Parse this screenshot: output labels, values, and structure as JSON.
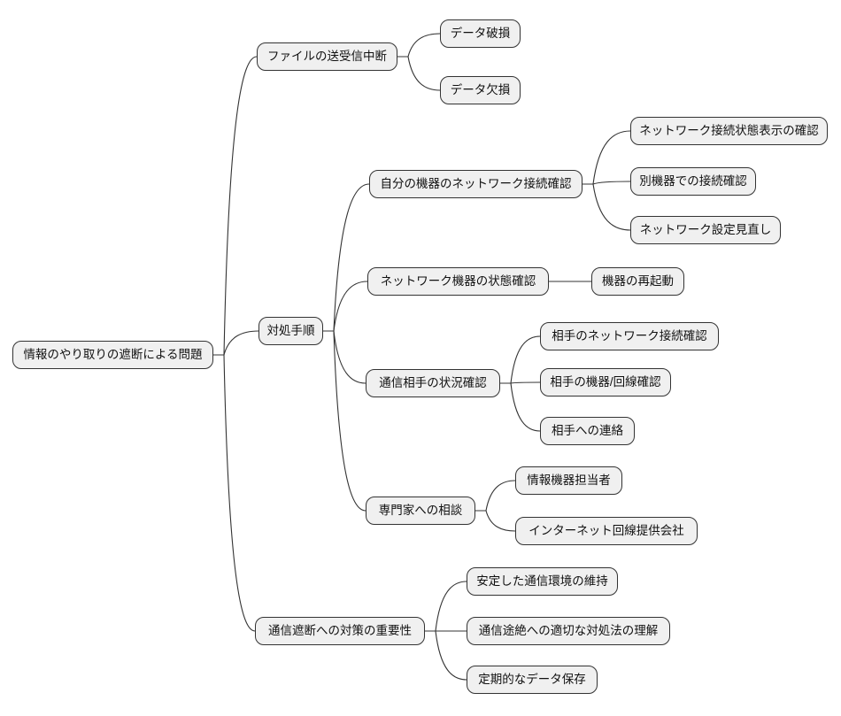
{
  "diagram": {
    "type": "mindmap",
    "title": "情報のやり取りの遮断による問題",
    "style": {
      "background": "#ffffff",
      "node_fill": "#f0f0f0",
      "node_border": "#333333",
      "edge_color": "#333333",
      "text_color": "#111111"
    },
    "nodes": [
      {
        "id": "root",
        "parent": null,
        "label": "情報のやり取りの遮断による問題"
      },
      {
        "id": "n1",
        "parent": "root",
        "label": "ファイルの送受信中断"
      },
      {
        "id": "n2",
        "parent": "n1",
        "label": "データ破損"
      },
      {
        "id": "n3",
        "parent": "n1",
        "label": "データ欠損"
      },
      {
        "id": "n4",
        "parent": "root",
        "label": "対処手順"
      },
      {
        "id": "n5",
        "parent": "n4",
        "label": "自分の機器のネットワーク接続確認"
      },
      {
        "id": "n6",
        "parent": "n5",
        "label": "ネットワーク接続状態表示の確認"
      },
      {
        "id": "n7",
        "parent": "n5",
        "label": "別機器での接続確認"
      },
      {
        "id": "n8",
        "parent": "n5",
        "label": "ネットワーク設定見直し"
      },
      {
        "id": "n9",
        "parent": "n4",
        "label": "ネットワーク機器の状態確認"
      },
      {
        "id": "n10",
        "parent": "n9",
        "label": "機器の再起動"
      },
      {
        "id": "n11",
        "parent": "n4",
        "label": "通信相手の状況確認"
      },
      {
        "id": "n12",
        "parent": "n11",
        "label": "相手のネットワーク接続確認"
      },
      {
        "id": "n13",
        "parent": "n11",
        "label": "相手の機器/回線確認"
      },
      {
        "id": "n14",
        "parent": "n11",
        "label": "相手への連絡"
      },
      {
        "id": "n15",
        "parent": "n4",
        "label": "専門家への相談"
      },
      {
        "id": "n16",
        "parent": "n15",
        "label": "情報機器担当者"
      },
      {
        "id": "n17",
        "parent": "n15",
        "label": "インターネット回線提供会社"
      },
      {
        "id": "n18",
        "parent": "root",
        "label": "通信遮断への対策の重要性"
      },
      {
        "id": "n19",
        "parent": "n18",
        "label": "安定した通信環境の維持"
      },
      {
        "id": "n20",
        "parent": "n18",
        "label": "通信途絶への適切な対処法の理解"
      },
      {
        "id": "n21",
        "parent": "n18",
        "label": "定期的なデータ保存"
      }
    ]
  }
}
